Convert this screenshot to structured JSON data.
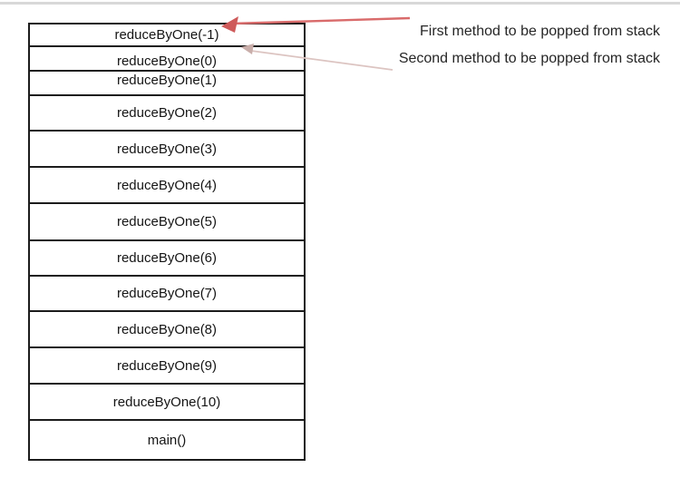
{
  "stack": {
    "frames": [
      "reduceByOne(-1)",
      "reduceByOne(0)",
      "reduceByOne(1)",
      "reduceByOne(2)",
      "reduceByOne(3)",
      "reduceByOne(4)",
      "reduceByOne(5)",
      "reduceByOne(6)",
      "reduceByOne(7)",
      "reduceByOne(8)",
      "reduceByOne(9)",
      "reduceByOne(10)",
      "main()"
    ]
  },
  "annotations": {
    "first": "First method to be popped from stack",
    "second": "Second method to be popped from stack"
  },
  "colors": {
    "arrow_first_line": "#d96b6b",
    "arrow_first_head": "#ce5a5a",
    "arrow_second_line": "#dcc4c1",
    "arrow_second_head": "#c9aeaa",
    "box_border": "#1c1c1c",
    "text": "#262626",
    "top_rule": "#d8d8d8"
  }
}
